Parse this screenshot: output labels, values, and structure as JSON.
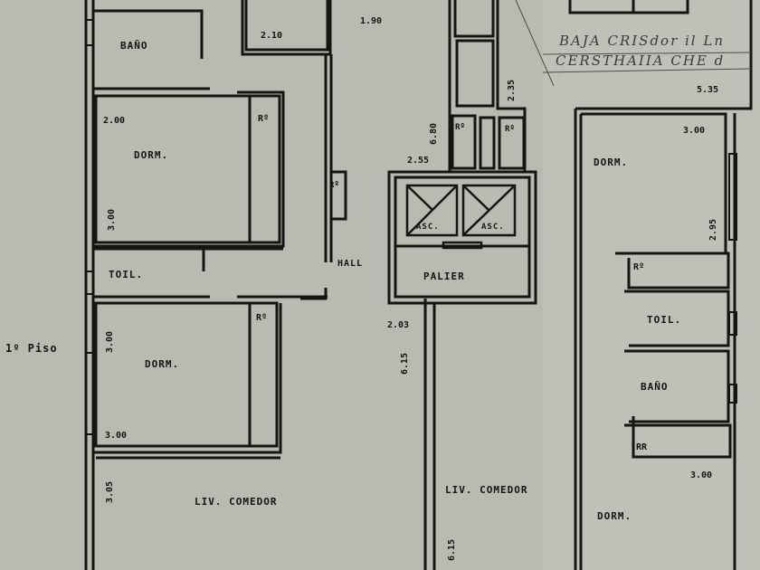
{
  "colors": {
    "paper": "#b9bab2",
    "paper_light": "#c6c7c0",
    "ink": "#151512",
    "pencil": "#3a3c3a"
  },
  "floor_label": "1º Piso",
  "annotations": {
    "handwritten_line1": "BAJA CRISdor il Ln",
    "handwritten_line2": "CERSTHAIIA CHE d"
  },
  "rooms": {
    "bano_left": "BAÑO",
    "dorm_upper_left": "DORM.",
    "toil_left": "TOIL.",
    "dorm_lower_left": "DORM.",
    "liv_comedor_left": "LIV. COMEDOR",
    "hall": "HALL",
    "asc_1": "ASC.",
    "asc_2": "ASC.",
    "palier": "PALIER",
    "liv_comedor_right": "LIV. COMEDOR",
    "dorm_upper_right": "DORM.",
    "toil_right": "TOIL.",
    "bano_right": "BAÑO",
    "dorm_lower_right": "DORM."
  },
  "closets": {
    "ro_upper_left": "Rº",
    "ro_hall": "Rº",
    "ro_lower_left": "Rº",
    "ro_core_left": "Rº",
    "ro_core_right": "Rº",
    "ro_right_1": "Rº",
    "ro_right_2": "RR"
  },
  "dimensions": {
    "d_2_10": "2.10",
    "d_1_90": "1.90",
    "d_2_00_top": "2.00",
    "d_3_00_vert": "3.00",
    "d_3_00_lower_vert": "3.00",
    "d_3_00_bottom": "3.00",
    "d_3_05": "3.05",
    "d_6_80": "6.80",
    "d_2_55": "2.55",
    "d_2_35": "2.35",
    "d_5_35": "5.35",
    "d_2_03": "2.03",
    "d_6_15_upper": "6.15",
    "d_6_15_lower": "6.15",
    "d_3_00_right_top": "3.00",
    "d_2_95": "2.95",
    "d_3_00_right_bottom": "3.00"
  }
}
